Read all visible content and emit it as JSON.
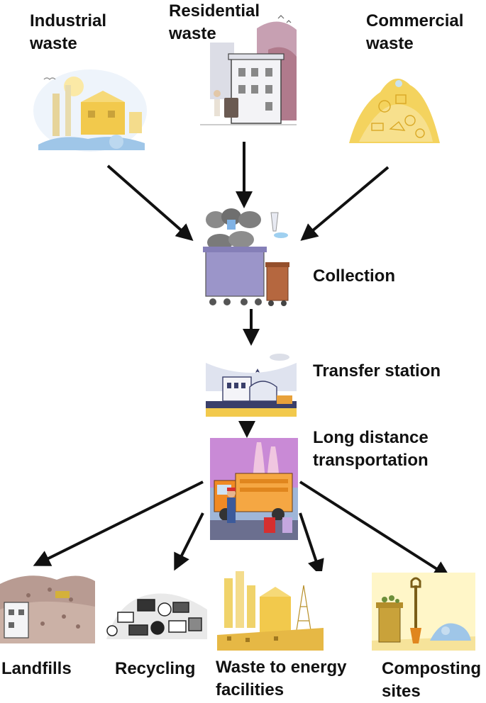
{
  "sources": {
    "industrial": "Industrial\nwaste",
    "residential": "Residential\nwaste",
    "commercial": "Commercial\nwaste"
  },
  "stages": {
    "collection": "Collection",
    "transfer": "Transfer station",
    "transport": "Long distance\ntransportation"
  },
  "destinations": {
    "landfills": "Landfills",
    "recycling": "Recycling",
    "energy": "Waste to energy\nfacilities",
    "composting": "Composting\nsites"
  },
  "colors": {
    "arrow": "#111111",
    "industrial_accent": "#f2c94c",
    "residential_accent": "#b07a8c",
    "commercial_accent": "#f4d35e",
    "bin_purple": "#9b95c9",
    "bin_brown": "#b5673f",
    "truck_orange": "#f08a24",
    "sky_pink": "#d88fc5",
    "compost_bg": "#fff6c8"
  },
  "icons": {
    "industrial": "factory-scene-illustration",
    "residential": "residential-building-illustration",
    "commercial": "commercial-waste-pile-illustration",
    "collection": "waste-bins-illustration",
    "transfer": "transfer-station-illustration",
    "transport": "garbage-truck-illustration",
    "landfills": "landfill-illustration",
    "recycling": "recycling-pile-illustration",
    "energy": "power-plant-illustration",
    "composting": "compost-bin-illustration"
  }
}
